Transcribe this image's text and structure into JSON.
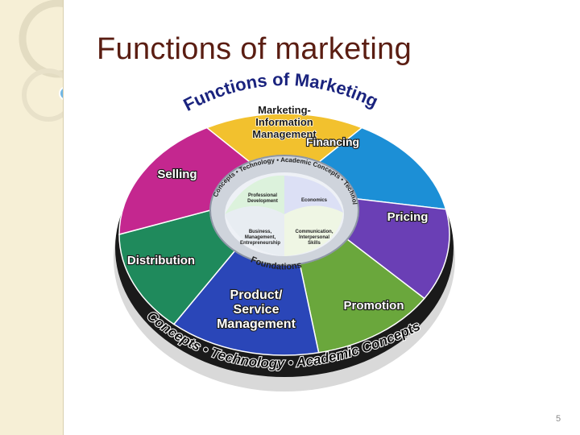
{
  "slide": {
    "title": "Functions of marketing",
    "page_number": "5"
  },
  "diagram": {
    "heading": "Functions of Marketing",
    "segments": [
      {
        "name": "marketing-information-management",
        "lines": [
          "Marketing-",
          "Information",
          "Management"
        ],
        "color": "#f2c12e"
      },
      {
        "name": "financing",
        "lines": [
          "Financing"
        ],
        "color": "#1c8fd6"
      },
      {
        "name": "pricing",
        "lines": [
          "Pricing"
        ],
        "color": "#6a3fb5"
      },
      {
        "name": "promotion",
        "lines": [
          "Promotion"
        ],
        "color": "#6aa73c"
      },
      {
        "name": "product-service-management",
        "lines": [
          "Product/",
          "Service",
          "Management"
        ],
        "color": "#2a46b8"
      },
      {
        "name": "distribution",
        "lines": [
          "Distribution"
        ],
        "color": "#1f8a5c"
      },
      {
        "name": "selling",
        "lines": [
          "Selling"
        ],
        "color": "#c4278f"
      }
    ],
    "hub": {
      "ring_top": "Concepts • Technology • Academic Concepts • Technology",
      "quadrants": [
        {
          "name": "professional-development",
          "lines": [
            "Professional",
            "Development"
          ]
        },
        {
          "name": "economics",
          "lines": [
            "Economics"
          ]
        },
        {
          "name": "business-management",
          "lines": [
            "Business,",
            "Management,",
            "Entrepreneurship"
          ]
        },
        {
          "name": "communication-skills",
          "lines": [
            "Communication,",
            "Interpersonal",
            "Skills"
          ]
        }
      ],
      "foundations": "Foundations"
    },
    "rim_text": "Concepts • Technology • Academic Concepts"
  }
}
